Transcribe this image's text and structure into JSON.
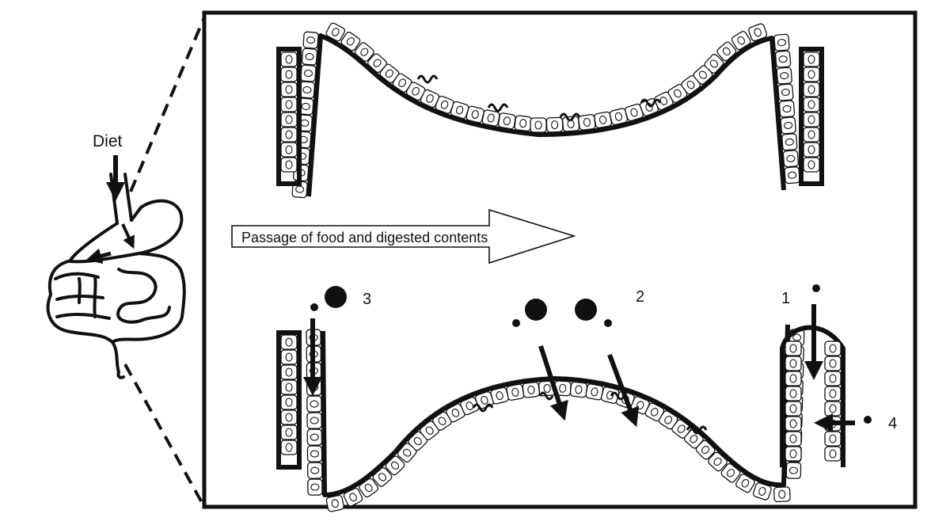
{
  "labels": {
    "diet": "Diet",
    "passage": "Passage of food and digested contents",
    "route1": "1",
    "route2": "2",
    "route3": "3",
    "route4": "4"
  },
  "colors": {
    "ink": "#111111",
    "cell_fill": "#ffffff",
    "background": "#ffffff"
  },
  "icons": {
    "digestive_tract": "digestive-tract-icon"
  }
}
